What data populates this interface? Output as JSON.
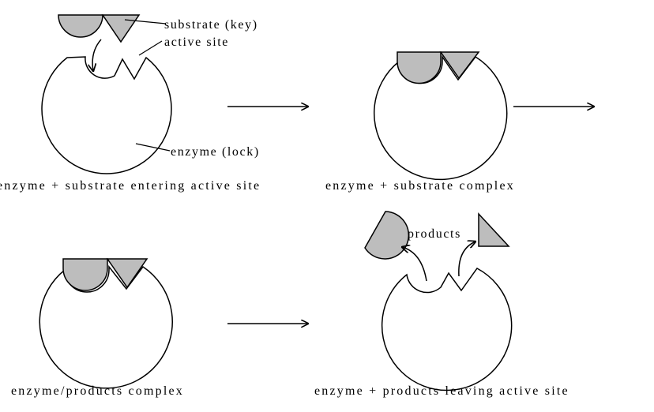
{
  "labels": {
    "substrate": "substrate (key)",
    "active_site": "active site",
    "enzyme": "enzyme (lock)",
    "products": "products"
  },
  "captions": {
    "panel1": "enzyme + substrate entering active site",
    "panel2": "enzyme + substrate  complex",
    "panel3": "enzyme/products complex",
    "panel4": "enzyme + products leaving active site"
  },
  "colors": {
    "substrate_fill": "#bdbdbd",
    "enzyme_fill": "#ffffff",
    "line": "#000000"
  }
}
